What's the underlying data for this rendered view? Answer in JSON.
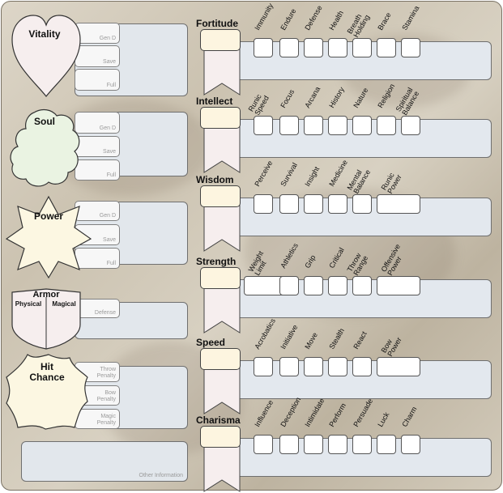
{
  "left": {
    "vitality": {
      "label": "Vitality",
      "fields": [
        "Gen D",
        "Save",
        "Full"
      ]
    },
    "soul": {
      "label": "Soul",
      "fields": [
        "Gen D",
        "Save",
        "Full"
      ]
    },
    "power": {
      "label": "Power",
      "fields": [
        "Gen D",
        "Save",
        "Full"
      ]
    },
    "armor": {
      "label": "Armor",
      "physical": "Physical",
      "magical": "Magical",
      "fields": [
        "Defense"
      ]
    },
    "hit_chance": {
      "label": "Hit\nChance",
      "fields": [
        "Throw\nPenalty",
        "Bow\nPenalty",
        "Magic\nPenalty"
      ]
    },
    "other_info": "Other Information"
  },
  "stats": [
    {
      "name": "Fortitude",
      "skills": [
        "Immunity",
        "Endure",
        "Defense",
        "Health",
        "Breath\nHolding",
        "Brace",
        "Stamina"
      ]
    },
    {
      "name": "Intellect",
      "skills": [
        "Runic\nSpeed",
        "Focus",
        "Arcana",
        "History",
        "Nature",
        "Religion",
        "Spiritual\nBalance"
      ]
    },
    {
      "name": "Wisdom",
      "skills": [
        "Perceive",
        "Survival",
        "Insight",
        "Medicine",
        "Mental\nBalance",
        "Runic\nPower"
      ]
    },
    {
      "name": "Strength",
      "skills": [
        "Weight\nLimit",
        "Athletics",
        "Grip",
        "Critical",
        "Throw\nRange",
        "Offensive\nPower"
      ]
    },
    {
      "name": "Speed",
      "skills": [
        "Acrobatics",
        "Initiative",
        "Move",
        "Stealth",
        "React",
        "Bow\nPower"
      ]
    },
    {
      "name": "Charisma",
      "skills": [
        "Influence",
        "Deception",
        "Intimidate",
        "Perform",
        "Persuade",
        "Luck",
        "Charm"
      ]
    }
  ],
  "colors": {
    "vitality": "#f6eeee",
    "soul": "#eaf3e2",
    "power": "#fcf7e2",
    "ribbon_top": "#fdf5e0",
    "ribbon_bottom": "#f6eeee",
    "panel": "#e2e7ec"
  }
}
